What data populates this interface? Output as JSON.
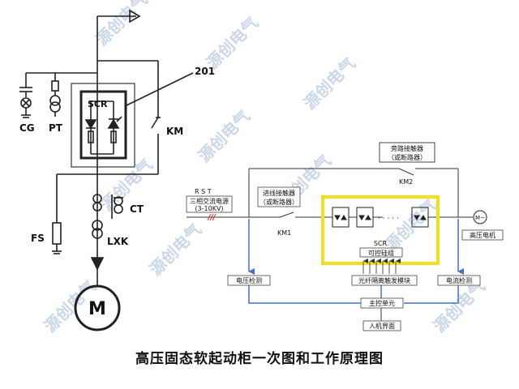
{
  "colors": {
    "line": "#222222",
    "box_border": "#444444",
    "blue": "#4472c4",
    "highlight": "#f0e020",
    "red_mark": "#d03030",
    "watermark": "#9fb6d8"
  },
  "primary": {
    "label_201": "201",
    "scr_label": "SCR",
    "km_label": "KM",
    "cg_label": "CG",
    "pt_label": "PT",
    "ct_label": "CT",
    "fs_label": "FS",
    "lxk_label": "LXK",
    "motor_label": "M"
  },
  "principle": {
    "rst_label": "R  S  T",
    "source_line1": "三相交流电源",
    "source_line2": "(3-10KV)",
    "bypass_line1": "旁路接触器",
    "bypass_line2": "（或断路器）",
    "km2_label": "KM2",
    "incoming_line1": "进线接触器",
    "incoming_line2": "（或断路器）",
    "km1_label": "KM1",
    "scr_label": "SCR",
    "scr_group": "可控硅组",
    "dots": "· · · · ·",
    "motor_symbol": "M~",
    "motor_name": "高压电机",
    "voltage_detect": "电压检测",
    "fiber_module": "光纤隔离触发模块",
    "current_detect": "电流检测",
    "main_control": "主控单元",
    "hmi": "人机界面"
  },
  "watermark_text": "源创电气",
  "caption": "高压固态软起动柜一次图和工作原理图"
}
